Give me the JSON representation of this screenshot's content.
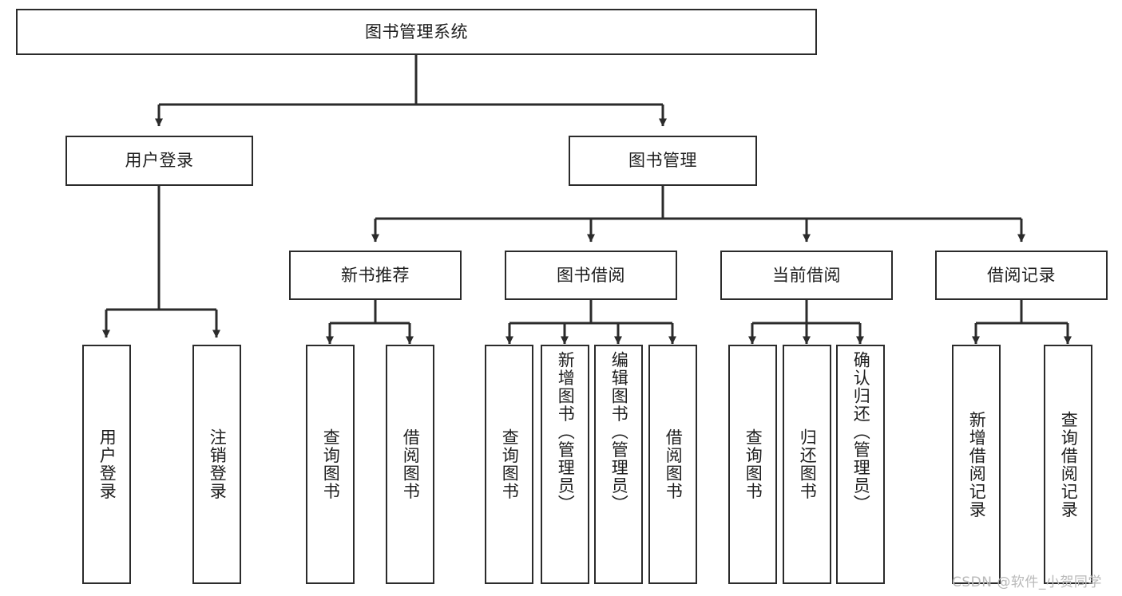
{
  "diagram": {
    "type": "tree-hierarchy",
    "title": "图书管理系统",
    "orientation": "top-down",
    "colors": {
      "background": "#ffffff",
      "box_border": "#2b2b2b",
      "box_fill": "#ffffff",
      "edge": "#2b2b2b",
      "text": "#1d1d1d",
      "watermark": "#b9b9b9"
    }
  },
  "root": {
    "label": "图书管理系统"
  },
  "level2": [
    {
      "label": "用户登录"
    },
    {
      "label": "图书管理"
    }
  ],
  "level3": [
    {
      "label": "新书推荐"
    },
    {
      "label": "图书借阅"
    },
    {
      "label": "当前借阅"
    },
    {
      "label": "借阅记录"
    }
  ],
  "leaves": {
    "user_login": [
      {
        "label": "用户登录"
      },
      {
        "label": "注销登录"
      }
    ],
    "new_book": [
      {
        "label": "查询图书"
      },
      {
        "label": "借阅图书"
      }
    ],
    "book_borrow": [
      {
        "label": "查询图书"
      },
      {
        "label": "新增图书（管理员）"
      },
      {
        "label": "编辑图书（管理员）"
      },
      {
        "label": "借阅图书"
      }
    ],
    "current_borrow": [
      {
        "label": "查询图书"
      },
      {
        "label": "归还图书"
      },
      {
        "label": "确认归还（管理员）"
      }
    ],
    "borrow_record": [
      {
        "label": "新增借阅记录"
      },
      {
        "label": "查询借阅记录"
      }
    ]
  },
  "watermark": {
    "text": "CSDN @软件_小贺同学"
  }
}
